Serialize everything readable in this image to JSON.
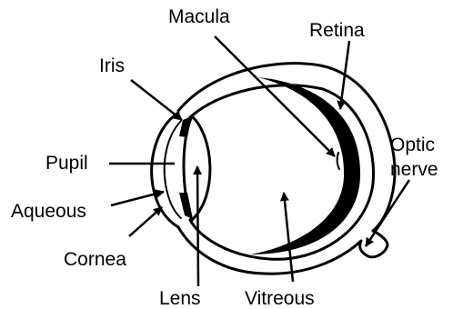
{
  "labels": {
    "macula": "Macula",
    "retina": "Retina",
    "iris": "Iris",
    "pupil": "Pupil",
    "optic_nerve_line1": "Optic",
    "optic_nerve_line2": "nerve",
    "aqueous": "Aqueous",
    "cornea": "Cornea",
    "lens": "Lens",
    "vitreous": "Vitreous"
  },
  "colors": {
    "ink": "#000000",
    "background": "#ffffff"
  }
}
